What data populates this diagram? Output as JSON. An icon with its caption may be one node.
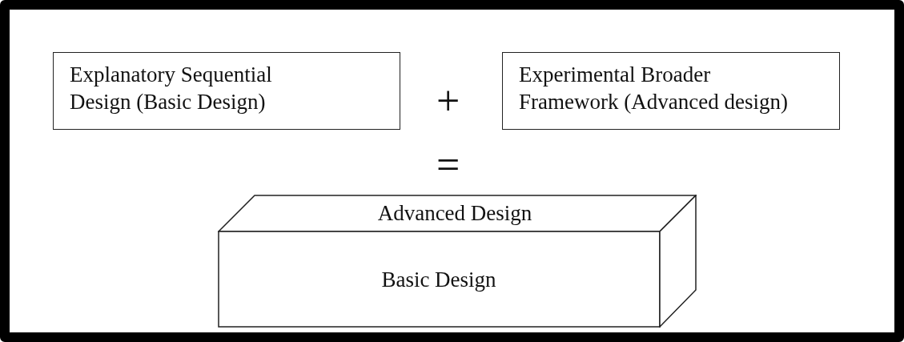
{
  "diagram": {
    "nodes": [
      {
        "text": [
          "Explanatory Sequential Design (Basic Design)"
        ]
      },
      {
        "text": [
          "Experimental Broader Framework (Advanced design)"
        ]
      },
      {
        "text": [
          "Advanced Design",
          "Basic Design"
        ]
      }
    ],
    "labels": [
      "+",
      "="
    ]
  }
}
